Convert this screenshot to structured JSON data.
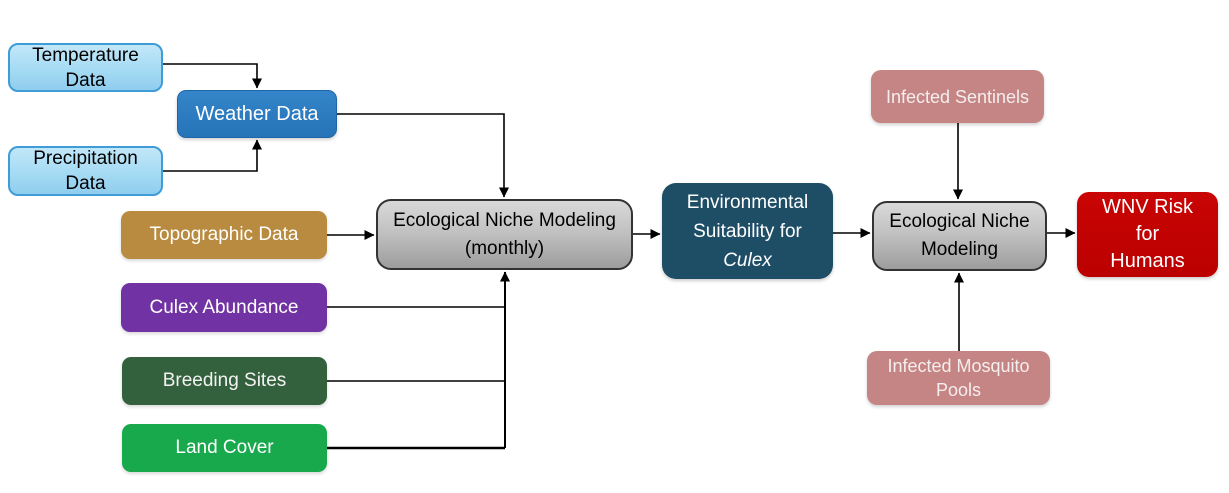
{
  "background": "#FFFFFF",
  "arrow_color": "#000000",
  "nodes": {
    "temperature": {
      "id": "temperature-data",
      "lines": [
        "Temperature",
        "Data"
      ],
      "fill": "#A5DBF4",
      "border": "#3E9CD7",
      "text_color": "#000000"
    },
    "precipitation": {
      "id": "precipitation-data",
      "lines": [
        "Precipitation",
        "Data"
      ],
      "fill": "#A5DBF4",
      "border": "#3E9CD7",
      "text_color": "#000000"
    },
    "weather": {
      "id": "weather-data",
      "lines": [
        "Weather Data"
      ],
      "fill": "#2B79BE",
      "text_color": "#FFFFFF"
    },
    "topographic": {
      "id": "topographic-data",
      "lines": [
        "Topographic Data"
      ],
      "fill": "#B98B40",
      "text_color": "#FFFFFF"
    },
    "culex_abundance": {
      "id": "culex-abundance",
      "lines": [
        "Culex Abundance"
      ],
      "fill": "#7133A3",
      "text_color": "#FFFFFF"
    },
    "breeding_sites": {
      "id": "breeding-sites",
      "lines": [
        "Breeding Sites"
      ],
      "fill": "#33613D",
      "text_color": "#FFFFFF"
    },
    "land_cover": {
      "id": "land-cover",
      "lines": [
        "Land Cover"
      ],
      "fill": "#18A94D",
      "text_color": "#FFFFFF"
    },
    "enm_monthly": {
      "id": "ecological-niche-modeling-monthly",
      "lines": [
        "Ecological Niche Modeling",
        "(monthly)"
      ],
      "fill_top": "#D9D9D9",
      "fill_bottom": "#9D9D9D",
      "border": "#333333",
      "text_color": "#000000"
    },
    "env_suitability": {
      "id": "environmental-suitability-for-culex",
      "lines": [
        "Environmental",
        "Suitability for",
        "Culex"
      ],
      "italic_line_index": 2,
      "fill": "#1E4D66",
      "text_color": "#FFFFFF"
    },
    "infected_sentinels": {
      "id": "infected-sentinels",
      "lines": [
        "Infected Sentinels"
      ],
      "fill": "#C58584",
      "text_color": "#F5EEEE"
    },
    "enm": {
      "id": "ecological-niche-modeling",
      "lines": [
        "Ecological Niche",
        "Modeling"
      ],
      "fill_top": "#D9D9D9",
      "fill_bottom": "#9D9D9D",
      "border": "#333333",
      "text_color": "#000000"
    },
    "infected_pools": {
      "id": "infected-mosquito-pools",
      "lines": [
        "Infected Mosquito",
        "Pools"
      ],
      "fill": "#C58584",
      "text_color": "#F5EEEE"
    },
    "wnv_risk": {
      "id": "wnv-risk-for-humans",
      "lines": [
        "WNV Risk",
        "for",
        "Humans"
      ],
      "fill": "#C00000",
      "text_color": "#FFFFFF"
    }
  },
  "connections": [
    {
      "from": "temperature-data",
      "to": "weather-data"
    },
    {
      "from": "precipitation-data",
      "to": "weather-data"
    },
    {
      "from": "weather-data",
      "to": "ecological-niche-modeling-monthly"
    },
    {
      "from": "topographic-data",
      "to": "ecological-niche-modeling-monthly"
    },
    {
      "from": "culex-abundance",
      "to": "ecological-niche-modeling-monthly"
    },
    {
      "from": "breeding-sites",
      "to": "ecological-niche-modeling-monthly"
    },
    {
      "from": "land-cover",
      "to": "ecological-niche-modeling-monthly"
    },
    {
      "from": "ecological-niche-modeling-monthly",
      "to": "environmental-suitability-for-culex"
    },
    {
      "from": "environmental-suitability-for-culex",
      "to": "ecological-niche-modeling"
    },
    {
      "from": "infected-sentinels",
      "to": "ecological-niche-modeling"
    },
    {
      "from": "infected-mosquito-pools",
      "to": "ecological-niche-modeling"
    },
    {
      "from": "ecological-niche-modeling",
      "to": "wnv-risk-for-humans"
    }
  ]
}
